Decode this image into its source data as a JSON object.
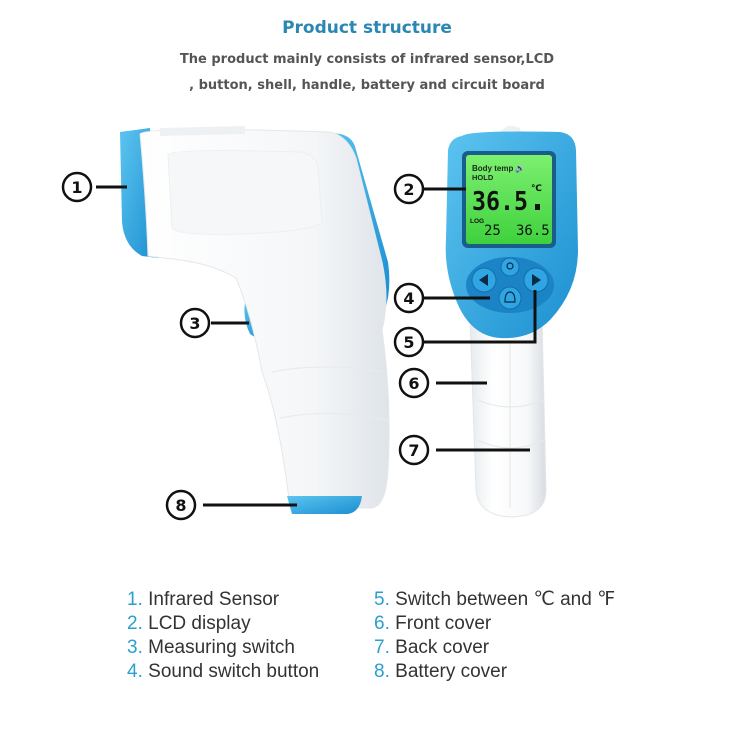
{
  "header": {
    "title": "Product structure",
    "subtitle_line1": "The product mainly consists of infrared sensor,LCD",
    "subtitle_line2": ", button, shell, handle, battery and circuit board"
  },
  "lcd": {
    "mode_label": "Body temp",
    "hold_label": "HOLD",
    "main_reading": "36.5",
    "unit": "℃",
    "log_label": "LOG",
    "log_index": "25",
    "log_reading": "36.5"
  },
  "callouts": [
    "1",
    "2",
    "3",
    "4",
    "5",
    "6",
    "7",
    "8"
  ],
  "legend": {
    "left": [
      {
        "num": "1.",
        "label": "Infrared Sensor"
      },
      {
        "num": "2.",
        "label": "LCD display"
      },
      {
        "num": "3.",
        "label": "Measuring switch"
      },
      {
        "num": "4.",
        "label": "Sound switch button"
      }
    ],
    "right": [
      {
        "num": "5.",
        "label": "Switch between ℃ and ℉"
      },
      {
        "num": "6.",
        "label": "Front cover"
      },
      {
        "num": "7.",
        "label": "Back cover"
      },
      {
        "num": "8.",
        "label": "Battery cover"
      }
    ]
  },
  "colors": {
    "accent_blue": "#2aa3db",
    "dark_blue": "#1b7fc0",
    "lcd_green": "#5fe05a",
    "title_blue": "#2a87b4"
  }
}
